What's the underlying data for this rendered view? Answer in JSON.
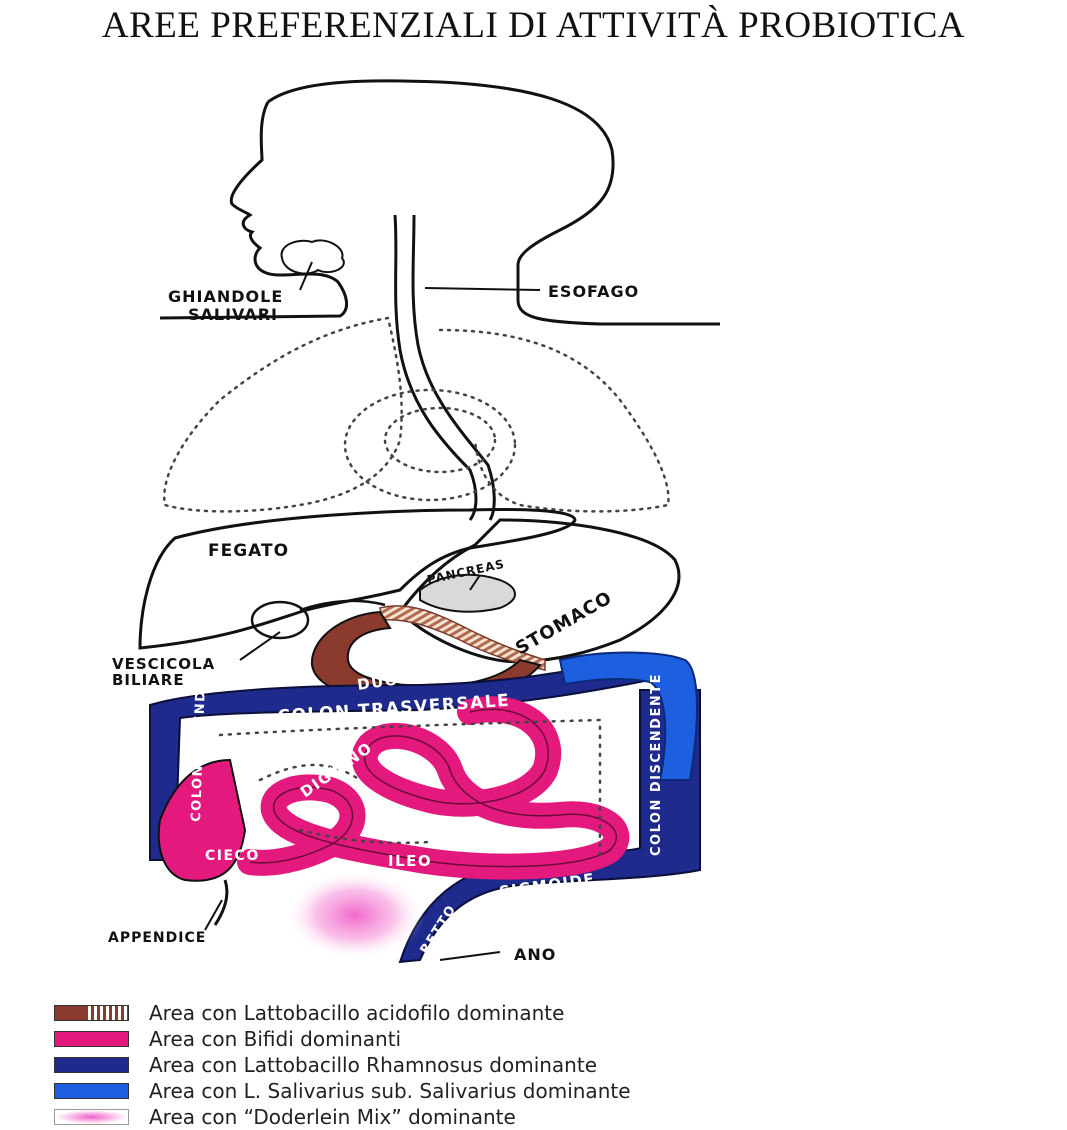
{
  "title": "AREE PREFERENZIALI DI ATTIVITÀ PROBIOTICA",
  "labels": {
    "ghiandole": "GHIANDOLE",
    "salivari": "SALIVARI",
    "esofago": "ESOFAGO",
    "fegato": "FEGATO",
    "pancreas": "PANCREAS",
    "stomaco": "STOMACO",
    "vescicola": "VESCICOLA",
    "biliare": "BILIARE",
    "duodeno": "DUODENO",
    "colon_trasversale": "COLON TRASVERSALE",
    "colon_ascendente": "COLON ASCENDENTE",
    "colon_discendente": "COLON DISCENDENTE",
    "digiuno": "DIGIUNO",
    "ileo": "ILEO",
    "cieco": "CIECO",
    "sigmoide": "SIGMOIDE",
    "retto": "RETTO",
    "appendice": "APPENDICE",
    "ano": "ANO"
  },
  "legend": [
    {
      "text": "Area con Lattobacillo acidofilo dominante",
      "color": "#8B3A2E",
      "pattern": "striped"
    },
    {
      "text": "Area con Bifidi dominanti",
      "color": "#E3197D",
      "pattern": "solid"
    },
    {
      "text": "Area con Lattobacillo Rhamnosus dominante",
      "color": "#1E2A8C",
      "pattern": "solid"
    },
    {
      "text": "Area con L. Salivarius sub. Salivarius dominante",
      "color": "#1E5FE0",
      "pattern": "solid"
    },
    {
      "text": "Area con “Doderlein Mix” dominante",
      "color": "#F060C8",
      "pattern": "glow"
    }
  ],
  "colors": {
    "acidofilo": "#8B3A2E",
    "bifidi": "#E3197D",
    "rhamnosus": "#1E2A8C",
    "salivarius": "#1E5FE0",
    "doderlein": "#F060C8"
  }
}
